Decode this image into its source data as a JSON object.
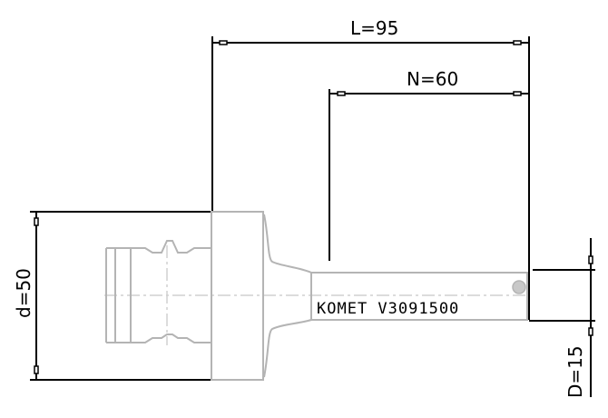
{
  "dimensions": {
    "overall_length": "L=95",
    "shank_length": "N=60",
    "flange_diameter": "d=50",
    "shank_diameter": "D=15"
  },
  "part_marking": "KOMET V3091500",
  "colors": {
    "dimension_lines": "#000000",
    "part_outline": "#b4b4b4"
  }
}
